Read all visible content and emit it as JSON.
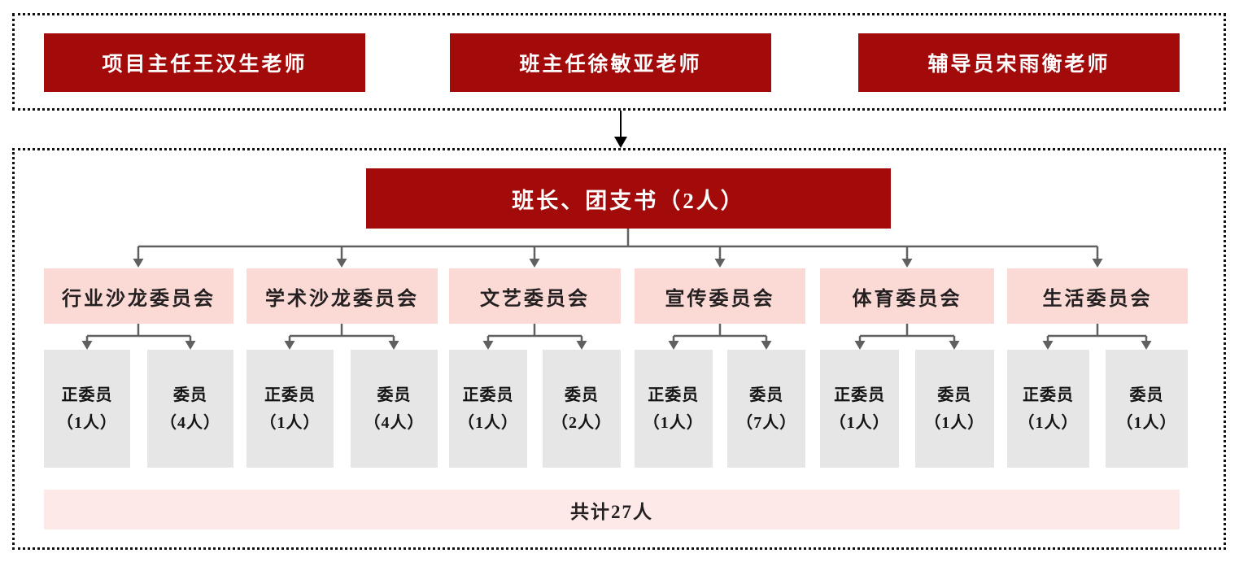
{
  "colors": {
    "dark_red": "#A30A0A",
    "pink": "#FBDAD6",
    "light_pink": "#FDEAE8",
    "gray_box": "#E7E6E6",
    "connector": "#606060",
    "arrow_black": "#000000"
  },
  "teachers": [
    {
      "label": "项目主任王汉生老师"
    },
    {
      "label": "班主任徐敏亚老师"
    },
    {
      "label": "辅导员宋雨衡老师"
    }
  ],
  "leader": {
    "label": "班长、团支书（2人）"
  },
  "committees": [
    {
      "name": "行业沙龙委员会",
      "chief_role": "正委员",
      "chief_count": "（1人）",
      "member_role": "委员",
      "member_count": "（4人）"
    },
    {
      "name": "学术沙龙委员会",
      "chief_role": "正委员",
      "chief_count": "（1人）",
      "member_role": "委员",
      "member_count": "（4人）"
    },
    {
      "name": "文艺委员会",
      "chief_role": "正委员",
      "chief_count": "（1人）",
      "member_role": "委员",
      "member_count": "（2人）"
    },
    {
      "name": "宣传委员会",
      "chief_role": "正委员",
      "chief_count": "（1人）",
      "member_role": "委员",
      "member_count": "（7人）"
    },
    {
      "name": "体育委员会",
      "chief_role": "正委员",
      "chief_count": "（1人）",
      "member_role": "委员",
      "member_count": "（1人）"
    },
    {
      "name": "生活委员会",
      "chief_role": "正委员",
      "chief_count": "（1人）",
      "member_role": "委员",
      "member_count": "（1人）"
    }
  ],
  "total": {
    "label": "共计27人"
  }
}
